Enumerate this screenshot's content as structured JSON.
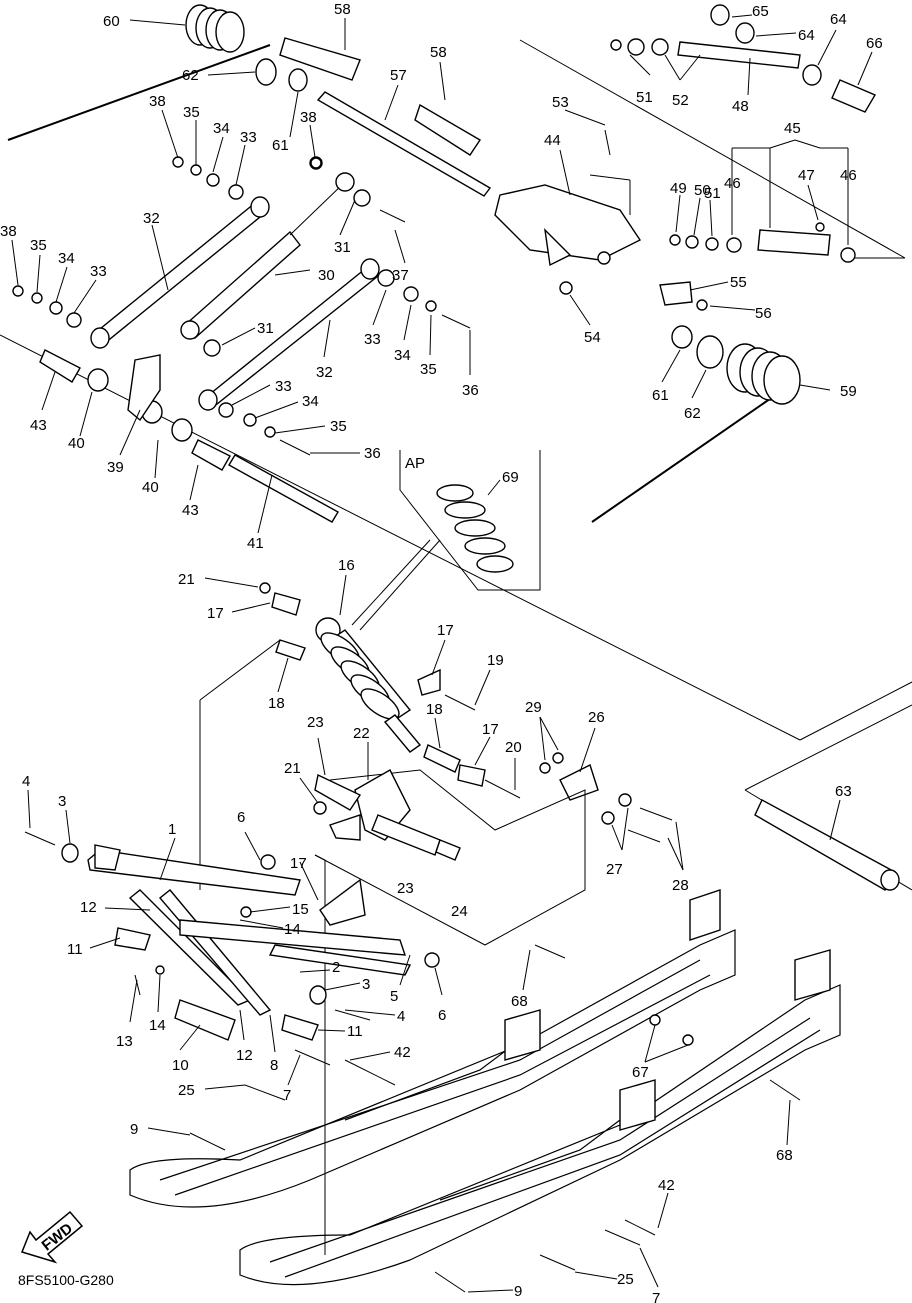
{
  "diagram_ref": "8FS5100-G280",
  "fwd_label": "FWD",
  "inset_label": "AP",
  "part_numbers": [
    "1",
    "2",
    "3",
    "4",
    "5",
    "6",
    "7",
    "8",
    "9",
    "10",
    "11",
    "12",
    "13",
    "14",
    "15",
    "16",
    "17",
    "18",
    "19",
    "20",
    "21",
    "22",
    "23",
    "24",
    "25",
    "26",
    "27",
    "28",
    "29",
    "30",
    "31",
    "32",
    "33",
    "34",
    "35",
    "36",
    "37",
    "38",
    "39",
    "40",
    "41",
    "42",
    "43",
    "44",
    "45",
    "46",
    "47",
    "48",
    "49",
    "50",
    "51",
    "52",
    "53",
    "54",
    "55",
    "56",
    "57",
    "58",
    "59",
    "60",
    "61",
    "62",
    "63",
    "64",
    "65",
    "66",
    "67",
    "68",
    "69"
  ]
}
